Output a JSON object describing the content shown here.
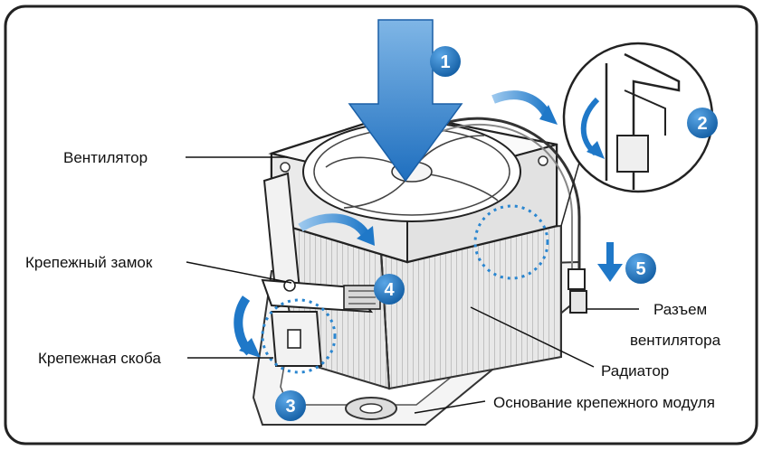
{
  "labels": {
    "fan": "Вентилятор",
    "lock": "Крепежный замок",
    "bracket": "Крепежная скоба",
    "connector_line1": "Разъем",
    "connector_line2": "вентилятора",
    "heatsink": "Радиатор",
    "base": "Основание крепежного модуля"
  },
  "steps": [
    "1",
    "2",
    "3",
    "4",
    "5"
  ],
  "colors": {
    "step_badge": "#1a6fb8",
    "arrow_blue": "#1f78c8",
    "dotted_circle": "#2a86d0",
    "frame": "#222222"
  }
}
